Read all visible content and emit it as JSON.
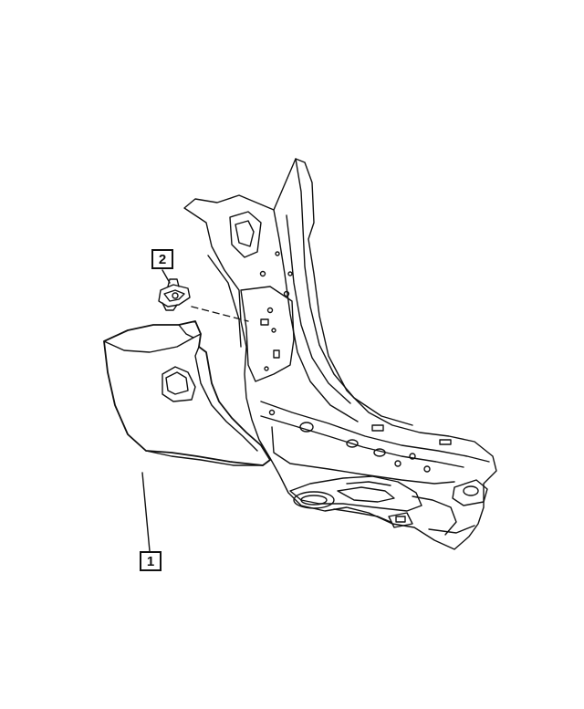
{
  "callouts": [
    {
      "id": "2",
      "label": "2",
      "part": "clip"
    },
    {
      "id": "1",
      "label": "1",
      "part": "cowl-side-trim-panel"
    }
  ],
  "colors": {
    "line": "#111111",
    "background": "#ffffff"
  }
}
